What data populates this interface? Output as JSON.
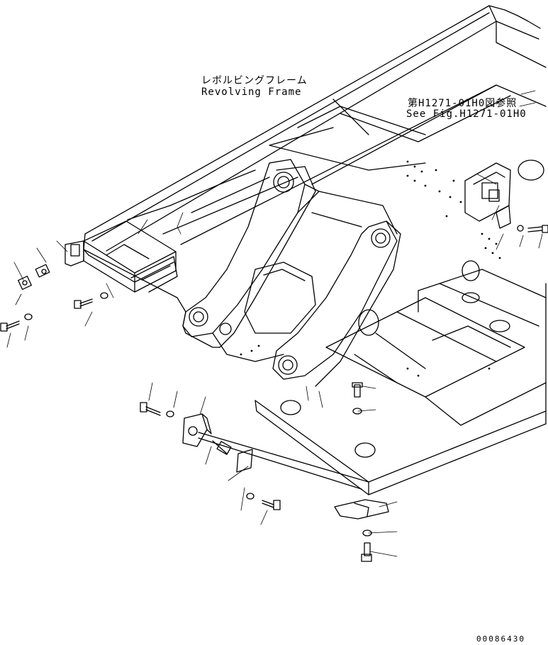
{
  "labels": {
    "frame_ja": "レボルビングフレーム",
    "frame_en": "Revolving Frame",
    "ref_ja": "第H1271-01H0図参照",
    "ref_en": "See Fig.H1271-01H0"
  },
  "drawing_number": "00086430"
}
